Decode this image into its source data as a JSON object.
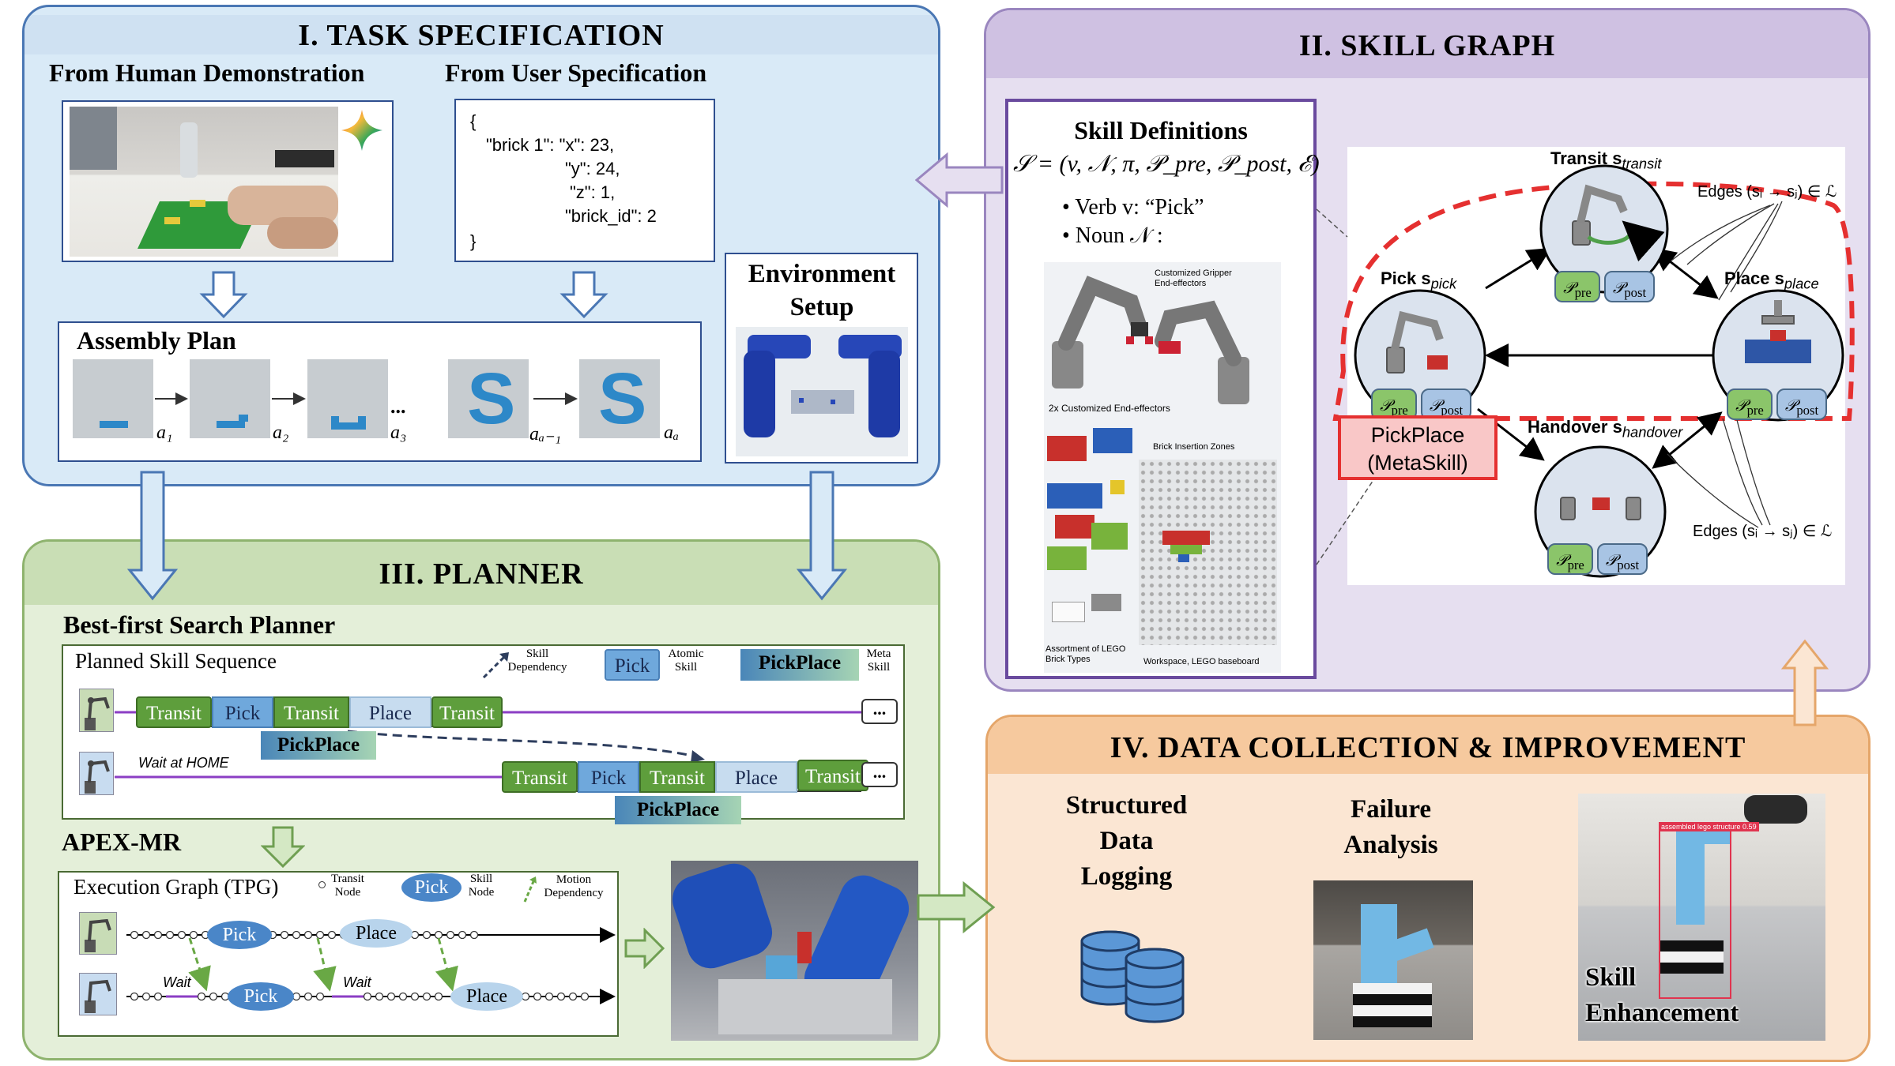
{
  "task_spec": {
    "title": "I.    TASK SPECIFICATION",
    "from_demo": "From Human Demonstration",
    "from_user": "From User Specification",
    "json_lines": [
      "{",
      "\"brick 1\":  \"x\": 23,",
      "\"y\": 24,",
      "\"z\": 1,",
      "\"brick_id\": 2",
      "}"
    ],
    "assembly_plan": "Assembly Plan",
    "plan_labels": [
      "a₁",
      "a₂",
      "a₃",
      "aₐ₋₁",
      "aₐ"
    ],
    "plan_ellipsis": "...",
    "env_setup": "Environment Setup"
  },
  "skill_graph": {
    "title": "II.    SKILL GRAPH",
    "skill_defs": "Skill Definitions",
    "formula": "𝒮 = (v, 𝒩, π, 𝒫_pre, 𝒫_post, ℰ)",
    "verb": "• Verb v: “Pick”",
    "noun": "• Noun 𝒩 :",
    "gripper_label": "Customized Gripper End-effectors",
    "end_effectors": "2x Customized End-effectors",
    "brick_zones": "Brick Insertion Zones",
    "brick_types": "Assortment of LEGO Brick Types",
    "workspace": "Workspace, LEGO baseboard",
    "nodes": {
      "transit": "Transit s",
      "transit_sub": "transit",
      "pick": "Pick s",
      "pick_sub": "pick",
      "place": "Place s",
      "place_sub": "place",
      "handover": "Handover s",
      "handover_sub": "handover"
    },
    "p_pre": "𝒫",
    "pre_sub": "pre",
    "post_sub": "post",
    "edges1": "Edges (sᵢ → sⱼ) ∈ ℒ",
    "edges2": "Edges (sᵢ → sⱼ) ∈ ℒ",
    "metaskill1": "PickPlace",
    "metaskill2": "(MetaSkill)"
  },
  "planner": {
    "title": "III.    PLANNER",
    "bfs": "Best-first Search Planner",
    "planned_seq": "Planned Skill Sequence",
    "legend": {
      "skill_dep": "Skill Dependency",
      "pick": "Pick",
      "atomic": "Atomic Skill",
      "pickplace": "PickPlace",
      "meta": "Meta Skill"
    },
    "row1": [
      "Transit",
      "Pick",
      "Transit",
      "Place",
      "Transit"
    ],
    "row2": [
      "Transit",
      "Pick",
      "Transit",
      "Place",
      "Transit"
    ],
    "pickplace": "PickPlace",
    "wait_home": "Wait at HOME",
    "more": "...",
    "apex": "APEX-MR",
    "exec_graph": "Execution Graph (TPG)",
    "tpg_legend": {
      "transit": "Transit Node",
      "pick": "Pick",
      "skill": "Skill Node",
      "motion": "Motion Dependency"
    },
    "tpg_nodes": [
      "Pick",
      "Place",
      "Pick",
      "Place"
    ],
    "wait": "Wait"
  },
  "data": {
    "title": "IV.    DATA COLLECTION & IMPROVEMENT",
    "logging": [
      "Structured",
      "Data",
      "Logging"
    ],
    "failure": [
      "Failure",
      "Analysis"
    ],
    "skill_enh": [
      "Skill",
      "Enhancement"
    ],
    "detect_label": "assembled lego structure 0.59"
  },
  "colors": {
    "task_bg": "#d9eaf7",
    "task_border": "#4a77b4",
    "skill_bg": "#e6dff0",
    "skill_head": "#cfc1e2",
    "planner_bg": "#e4efd9",
    "planner_head": "#c9deb5",
    "data_bg": "#fbe6d3",
    "data_head": "#f6c99e",
    "atomic": "#6fa8dc",
    "transit": "#5e9e3c",
    "metaskill_red": "#e53030"
  }
}
